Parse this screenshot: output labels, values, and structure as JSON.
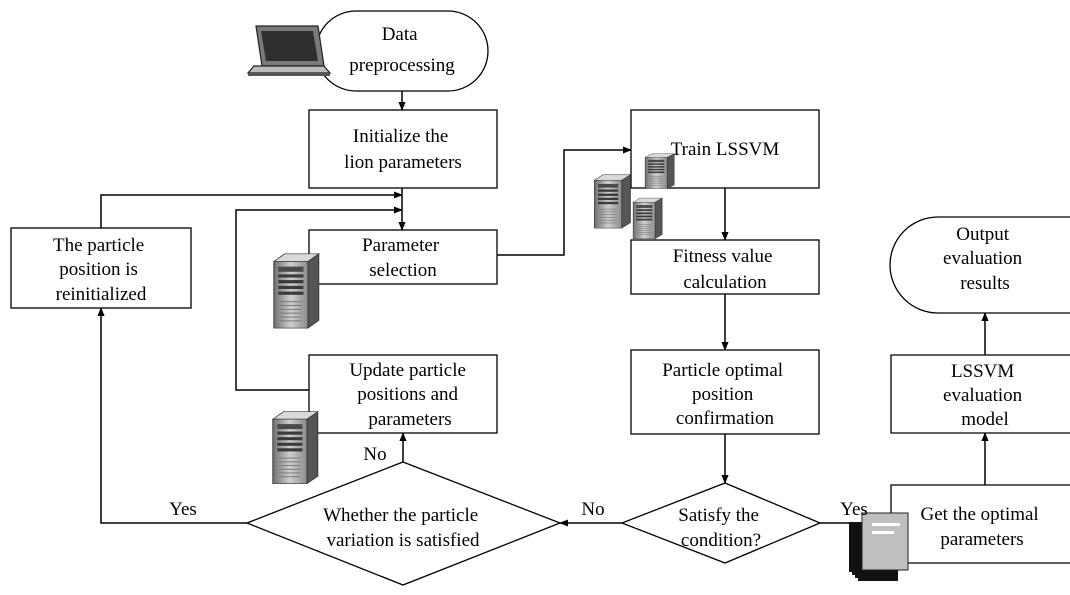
{
  "nodes": {
    "data_preprocessing": [
      "Data",
      "preprocessing"
    ],
    "initialize": [
      "Initialize the",
      "lion parameters"
    ],
    "parameter_selection": [
      "Parameter",
      "selection"
    ],
    "update_positions": [
      "Update particle",
      "positions and",
      "parameters"
    ],
    "reinitialized": [
      "The particle",
      "position is",
      "reinitialized"
    ],
    "variation_decision": [
      "Whether the particle",
      "variation is satisfied"
    ],
    "train": [
      "Train LSSVM"
    ],
    "fitness": [
      "Fitness value",
      "calculation"
    ],
    "optimal_confirm": [
      "Particle optimal",
      "position",
      "confirmation"
    ],
    "satisfy_decision": [
      "Satisfy the",
      "condition?"
    ],
    "get_optimal": [
      "Get the optimal",
      "parameters"
    ],
    "lssvm_model": [
      "LSSVM",
      "evaluation",
      "model"
    ],
    "output_results": [
      "Output",
      "evaluation",
      "results"
    ]
  },
  "edge_labels": {
    "no_up": "No",
    "no_left": "No",
    "yes_left": "Yes",
    "yes_right": "Yes"
  },
  "icons": [
    "laptop-icon",
    "server-icon",
    "document-stack-icon"
  ]
}
